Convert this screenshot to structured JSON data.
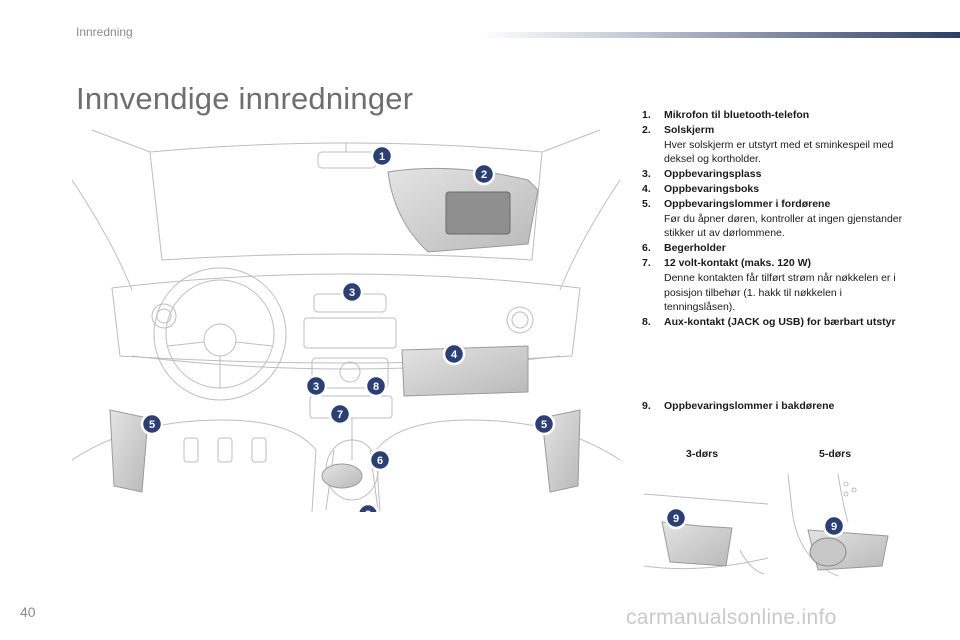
{
  "header": {
    "section": "Innredning",
    "title": "Innvendige innredninger"
  },
  "legend": [
    {
      "num": "1.",
      "label": "Mikrofon til bluetooth-telefon",
      "desc": ""
    },
    {
      "num": "2.",
      "label": "Solskjerm",
      "desc": "Hver solskjerm er utstyrt med et sminkespeil med deksel og kortholder."
    },
    {
      "num": "3.",
      "label": "Oppbevaringsplass",
      "desc": ""
    },
    {
      "num": "4.",
      "label": "Oppbevaringsboks",
      "desc": ""
    },
    {
      "num": "5.",
      "label": "Oppbevaringslommer i fordørene",
      "desc": "Før du åpner døren, kontroller at ingen gjenstander stikker ut av dørlommene."
    },
    {
      "num": "6.",
      "label": "Begerholder",
      "desc": ""
    },
    {
      "num": "7.",
      "label": "12 volt-kontakt (maks. 120 W)",
      "desc": "Denne kontakten får tilført strøm når nøkkelen er i posisjon tilbehør (1. hakk til nøkkelen i tenningslåsen)."
    },
    {
      "num": "8.",
      "label": "Aux-kontakt (JACK og USB) for bærbart utstyr",
      "desc": ""
    }
  ],
  "item9": {
    "num": "9.",
    "label": "Oppbevaringslommer i bakdørene"
  },
  "doors": {
    "three_door": "3-dørs",
    "five_door": "5-dørs"
  },
  "callouts": {
    "c1": "1",
    "c2": "2",
    "c3": "3",
    "c4": "4",
    "c5": "5",
    "c6": "6",
    "c7": "7",
    "c8": "8",
    "c9": "9"
  },
  "footer": {
    "page_number": "40",
    "watermark": "carmanualsonline.info"
  },
  "colors": {
    "callout_fill": "#2c3f73",
    "title_gray": "#6e6e6e",
    "shaded_area": "#d3d3d3",
    "accent_bar": "#2d3c66"
  }
}
